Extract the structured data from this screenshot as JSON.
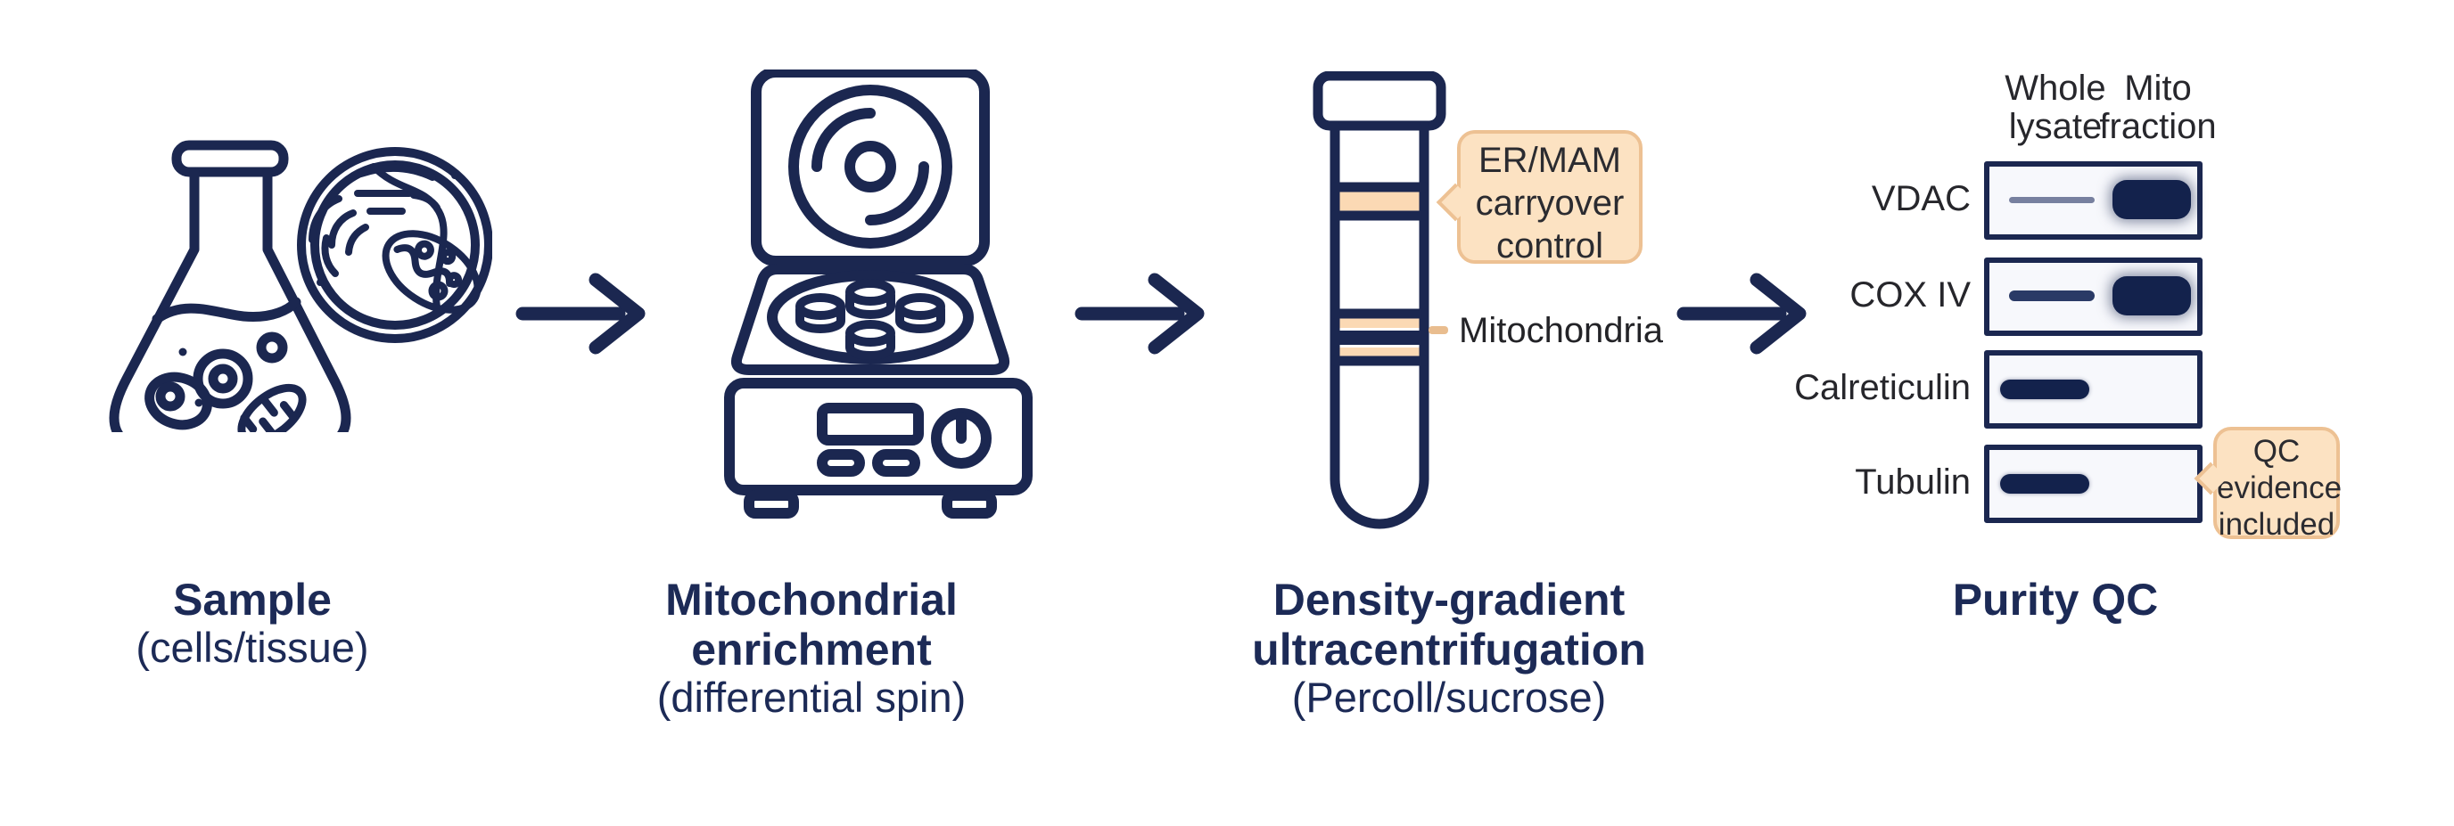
{
  "palette": {
    "navy": "#1b2750",
    "heading_color": "#1c2a56",
    "text_color": "#26262b",
    "peach_band": "#fbd9b4",
    "callout_fill": "#fce2c2",
    "callout_border": "#edc193",
    "band_dark": "#13224c",
    "band_faint": "#77809f",
    "band_medium": "#2a3a66",
    "panel_fill": "#f7f8fc",
    "leader_dash": "#e9bd8f",
    "background": "#ffffff"
  },
  "steps": [
    {
      "name": "sample",
      "icon": "flask-cells-icon",
      "title_lines": [
        "Sample"
      ],
      "subtitle": "(cells/tissue)"
    },
    {
      "name": "mitochondrial-enrichment",
      "icon": "centrifuge-icon",
      "title_lines": [
        "Mitochondrial",
        "enrichment"
      ],
      "subtitle": "(differential spin)"
    },
    {
      "name": "density-gradient-ultracentrifugation",
      "icon": "gradient-tube-icon",
      "title_lines": [
        "Density-gradient",
        "ultracentrifugation"
      ],
      "subtitle": "(Percoll/sucrose)"
    },
    {
      "name": "purity-qc",
      "icon": "western-blot-icon",
      "title_lines": [
        "Purity QC"
      ],
      "subtitle": ""
    }
  ],
  "tube": {
    "er_mam_callout": {
      "line1": "ER/MAM",
      "line2": "carryover",
      "line3": "control"
    },
    "band_label": "Mitochondria"
  },
  "blot": {
    "columns": [
      {
        "line1": "Whole",
        "line2": "lysate"
      },
      {
        "line1": "Mito",
        "line2": "fraction"
      }
    ],
    "rows": [
      {
        "label": "VDAC",
        "whole_lysate": "faint",
        "mito_fraction": "strong"
      },
      {
        "label": "COX IV",
        "whole_lysate": "medium",
        "mito_fraction": "strong"
      },
      {
        "label": "Calreticulin",
        "whole_lysate": "strong",
        "mito_fraction": "none"
      },
      {
        "label": "Tubulin",
        "whole_lysate": "strong",
        "mito_fraction": "none"
      }
    ],
    "qc_callout": {
      "line1": "QC",
      "line2": "evidence",
      "line3": "included"
    }
  }
}
